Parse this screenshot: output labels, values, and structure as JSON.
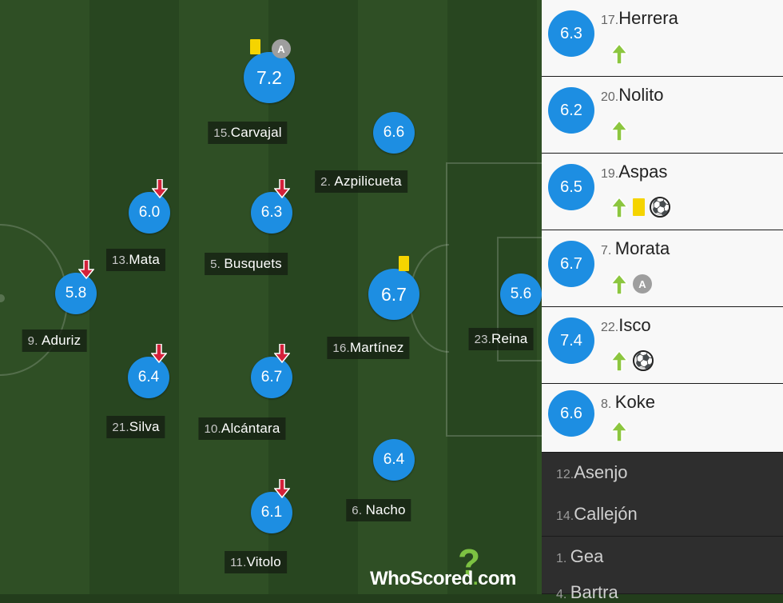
{
  "starters": [
    {
      "num": "15.",
      "name": "Carvajal",
      "rating": "7.2",
      "big": true,
      "captain": true,
      "yellow": true,
      "subbed_off": false
    },
    {
      "num": "2. ",
      "name": "Azpilicueta",
      "rating": "6.6",
      "big": false,
      "captain": false,
      "yellow": false,
      "subbed_off": false
    },
    {
      "num": "13.",
      "name": "Mata",
      "rating": "6.0",
      "big": false,
      "captain": false,
      "yellow": false,
      "subbed_off": true
    },
    {
      "num": "5. ",
      "name": "Busquets",
      "rating": "6.3",
      "big": false,
      "captain": false,
      "yellow": false,
      "subbed_off": true
    },
    {
      "num": "9. ",
      "name": "Aduriz",
      "rating": "5.8",
      "big": false,
      "captain": false,
      "yellow": false,
      "subbed_off": true
    },
    {
      "num": "16.",
      "name": "Martínez",
      "rating": "6.7",
      "big": true,
      "captain": false,
      "yellow": true,
      "subbed_off": false
    },
    {
      "num": "23.",
      "name": "Reina",
      "rating": "5.6",
      "big": false,
      "captain": false,
      "yellow": false,
      "subbed_off": false
    },
    {
      "num": "21.",
      "name": "Silva",
      "rating": "6.4",
      "big": false,
      "captain": false,
      "yellow": false,
      "subbed_off": true
    },
    {
      "num": "10.",
      "name": "Alcántara",
      "rating": "6.7",
      "big": false,
      "captain": false,
      "yellow": false,
      "subbed_off": true
    },
    {
      "num": "6. ",
      "name": "Nacho",
      "rating": "6.4",
      "big": false,
      "captain": false,
      "yellow": false,
      "subbed_off": false
    },
    {
      "num": "11.",
      "name": "Vitolo",
      "rating": "6.1",
      "big": false,
      "captain": false,
      "yellow": false,
      "subbed_off": true
    }
  ],
  "substitutes_used": [
    {
      "num": "17.",
      "name": "Herrera",
      "rating": "6.3",
      "events": [
        "sub-on"
      ]
    },
    {
      "num": "20.",
      "name": "Nolito",
      "rating": "6.2",
      "events": [
        "sub-on"
      ]
    },
    {
      "num": "19.",
      "name": "Aspas",
      "rating": "6.5",
      "events": [
        "sub-on",
        "yellow-card",
        "goal"
      ]
    },
    {
      "num": "7. ",
      "name": "Morata",
      "rating": "6.7",
      "events": [
        "sub-on",
        "captain"
      ]
    },
    {
      "num": "22.",
      "name": "Isco",
      "rating": "7.4",
      "events": [
        "sub-on",
        "goal"
      ]
    },
    {
      "num": "8. ",
      "name": "Koke",
      "rating": "6.6",
      "events": [
        "sub-on"
      ]
    }
  ],
  "reserves": [
    {
      "num": "12.",
      "name": "Asenjo"
    },
    {
      "num": "14.",
      "name": "Callejón"
    },
    {
      "num": "1. ",
      "name": "Gea"
    },
    {
      "num": "4. ",
      "name": "Bartra"
    }
  ],
  "brand": {
    "who": "WhoScored",
    "dot": ".",
    "com": "com",
    "mark": "?"
  },
  "captain_letter": "A",
  "colors": {
    "rating_blue": "#1d8ee2",
    "pitch_dark": "#284620",
    "pitch_light": "#2f4f25",
    "yellow_card": "#f5d400",
    "sub_off_arrow": "#d4213a",
    "sub_on_arrow": "#7dc242"
  }
}
